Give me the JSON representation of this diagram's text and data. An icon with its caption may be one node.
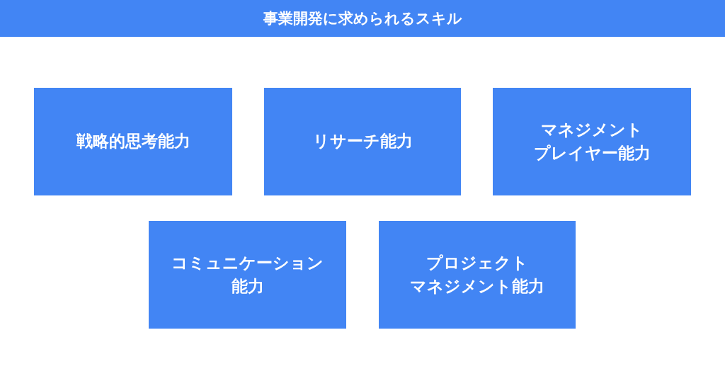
{
  "diagram": {
    "title": "事業開発に求められるスキル",
    "nodes": [
      {
        "text": [
          "戦略的思考能力"
        ]
      },
      {
        "text": [
          "リサーチ能力"
        ]
      },
      {
        "text": [
          "マネジメントプレイヤー能力"
        ]
      },
      {
        "text": [
          "コミュニケーション能力"
        ]
      },
      {
        "text": [
          "プロジェクトマネジメント能力"
        ]
      }
    ]
  }
}
